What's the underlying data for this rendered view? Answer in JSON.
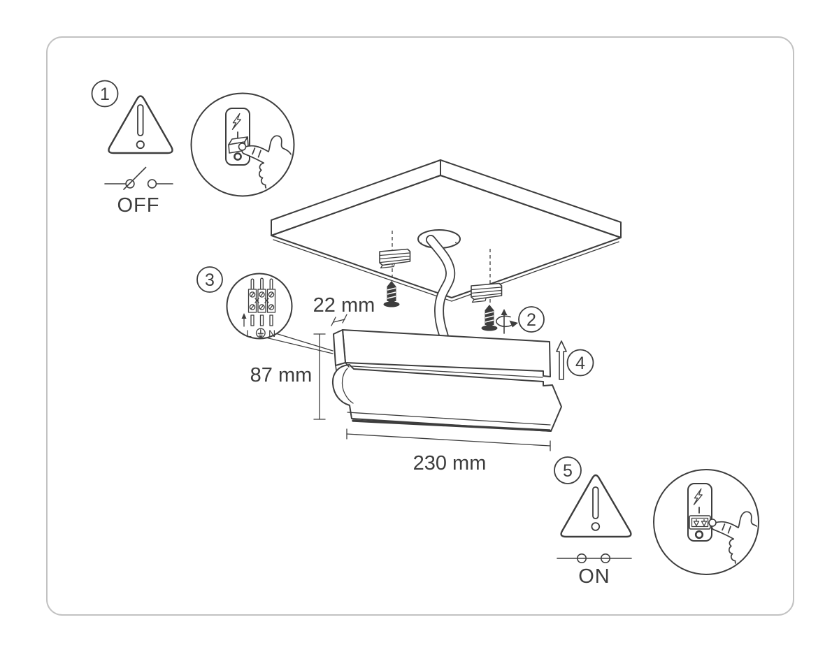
{
  "colors": {
    "line": "#3d3d3d",
    "border": "#c2c2c2",
    "background": "#ffffff"
  },
  "steps": [
    {
      "number": "1",
      "switch_label": "OFF",
      "icons": [
        "warning-triangle-icon",
        "open-switch-icon",
        "lightning-bolt-icon",
        "pointing-hand-icon"
      ]
    },
    {
      "number": "2",
      "icons": [
        "wall-anchor-icon",
        "screw-icon",
        "rotation-arrow-icon"
      ]
    },
    {
      "number": "3",
      "terminals": {
        "live": "L",
        "neutral": "N",
        "earth": "earth-symbol-icon"
      }
    },
    {
      "number": "4",
      "icons": [
        "push-up-arrow-icon"
      ]
    },
    {
      "number": "5",
      "switch_label": "ON",
      "icons": [
        "warning-triangle-icon",
        "closed-switch-icon",
        "lightning-bolt-icon",
        "pointing-hand-icon"
      ]
    }
  ],
  "dimensions": {
    "bracket_depth": "22 mm",
    "fixture_height": "87 mm",
    "fixture_length": "230 mm"
  }
}
